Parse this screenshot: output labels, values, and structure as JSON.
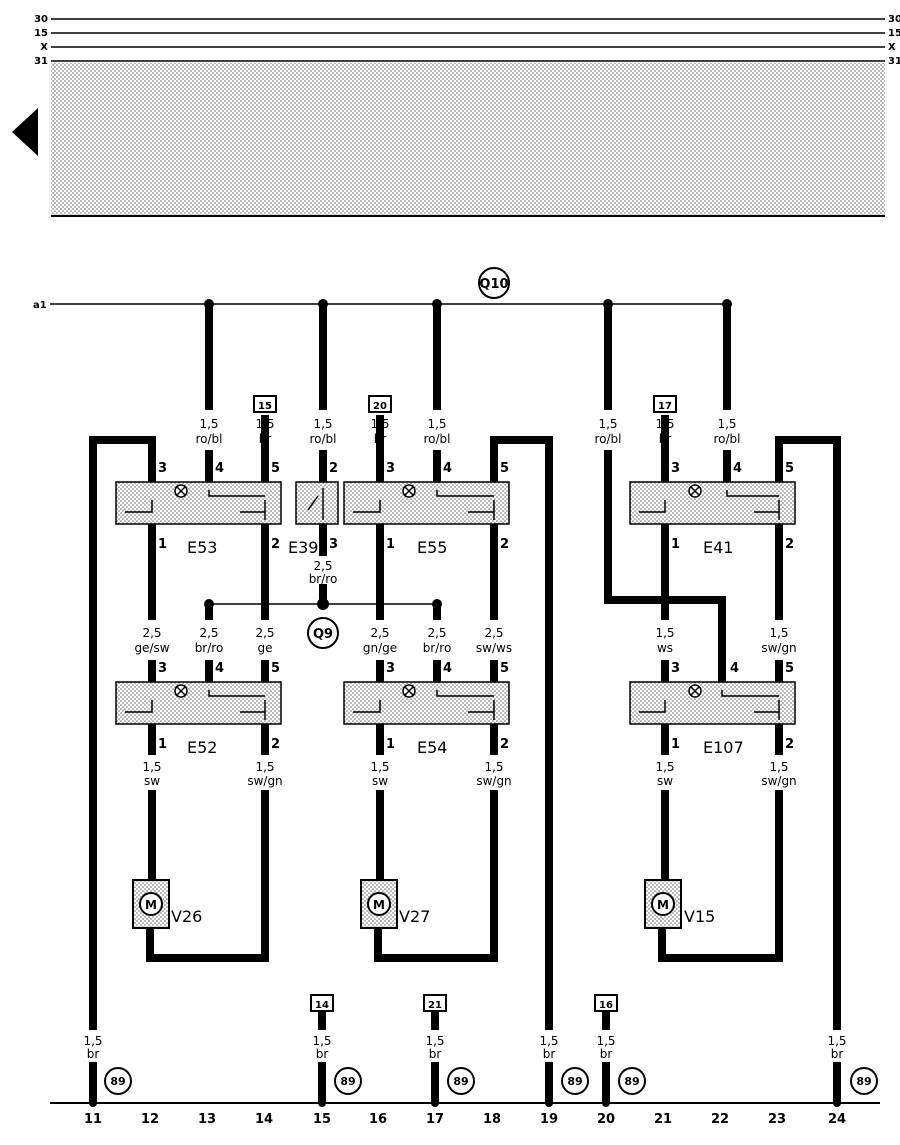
{
  "bus_lines": [
    "30",
    "15",
    "X",
    "31"
  ],
  "rail_label": "a1",
  "colors": {
    "ink": "#000000",
    "stipple": "#d8d8d8"
  },
  "ground_refs": [
    {
      "id": "Q10",
      "text": "Q10"
    },
    {
      "id": "Q9",
      "text": "Q9"
    }
  ],
  "ground_badge": "89",
  "switches": [
    {
      "id": "E53",
      "name": "E53"
    },
    {
      "id": "E39",
      "name": "E39"
    },
    {
      "id": "E55",
      "name": "E55"
    },
    {
      "id": "E41",
      "name": "E41"
    },
    {
      "id": "E52",
      "name": "E52"
    },
    {
      "id": "E54",
      "name": "E54"
    },
    {
      "id": "E107",
      "name": "E107"
    }
  ],
  "motors": [
    {
      "id": "V26",
      "name": "V26"
    },
    {
      "id": "V27",
      "name": "V27"
    },
    {
      "id": "V15",
      "name": "V15"
    }
  ],
  "motor_symbol": "M",
  "fuse_tags": [
    {
      "id": "f15",
      "text": "15"
    },
    {
      "id": "f20",
      "text": "20"
    },
    {
      "id": "f17",
      "text": "17"
    },
    {
      "id": "f14",
      "text": "14"
    },
    {
      "id": "f21",
      "text": "21"
    },
    {
      "id": "f16",
      "text": "16"
    }
  ],
  "wire_labels": [
    {
      "id": "w1",
      "size": "1,5",
      "color": "ro/bl"
    },
    {
      "id": "w2",
      "size": "1,5",
      "color": "br"
    },
    {
      "id": "w3",
      "size": "1,5",
      "color": "ro/bl"
    },
    {
      "id": "w4",
      "size": "1,5",
      "color": "br"
    },
    {
      "id": "w5",
      "size": "1,5",
      "color": "ro/bl"
    },
    {
      "id": "w6",
      "size": "1,5",
      "color": "ro/bl"
    },
    {
      "id": "w7",
      "size": "1,5",
      "color": "br"
    },
    {
      "id": "w8",
      "size": "1,5",
      "color": "ro/bl"
    },
    {
      "id": "w9",
      "size": "2,5",
      "color": "br/ro"
    },
    {
      "id": "w10",
      "size": "2,5",
      "color": "ge/sw"
    },
    {
      "id": "w11",
      "size": "2,5",
      "color": "br/ro"
    },
    {
      "id": "w12",
      "size": "2,5",
      "color": "ge"
    },
    {
      "id": "w13",
      "size": "2,5",
      "color": "gn/ge"
    },
    {
      "id": "w14",
      "size": "2,5",
      "color": "br/ro"
    },
    {
      "id": "w15",
      "size": "2,5",
      "color": "sw/ws"
    },
    {
      "id": "w16",
      "size": "1,5",
      "color": "ws"
    },
    {
      "id": "w17",
      "size": "1,5",
      "color": "sw/gn"
    },
    {
      "id": "w18",
      "size": "1,5",
      "color": "sw"
    },
    {
      "id": "w19",
      "size": "1,5",
      "color": "sw/gn"
    },
    {
      "id": "w20",
      "size": "1,5",
      "color": "sw"
    },
    {
      "id": "w21",
      "size": "1,5",
      "color": "sw/gn"
    },
    {
      "id": "w22",
      "size": "1,5",
      "color": "sw"
    },
    {
      "id": "w23",
      "size": "1,5",
      "color": "sw/gn"
    },
    {
      "id": "w24",
      "size": "1,5",
      "color": "br"
    },
    {
      "id": "w25",
      "size": "1,5",
      "color": "br"
    },
    {
      "id": "w26",
      "size": "1,5",
      "color": "br"
    },
    {
      "id": "w27",
      "size": "1,5",
      "color": "br"
    },
    {
      "id": "w28",
      "size": "1,5",
      "color": "br"
    },
    {
      "id": "w29",
      "size": "1,5",
      "color": "br"
    }
  ],
  "pins": {
    "one": "1",
    "two": "2",
    "three": "3",
    "four": "4",
    "five": "5"
  },
  "columns": [
    "11",
    "12",
    "13",
    "14",
    "15",
    "16",
    "17",
    "18",
    "19",
    "20",
    "21",
    "22",
    "23",
    "24"
  ]
}
